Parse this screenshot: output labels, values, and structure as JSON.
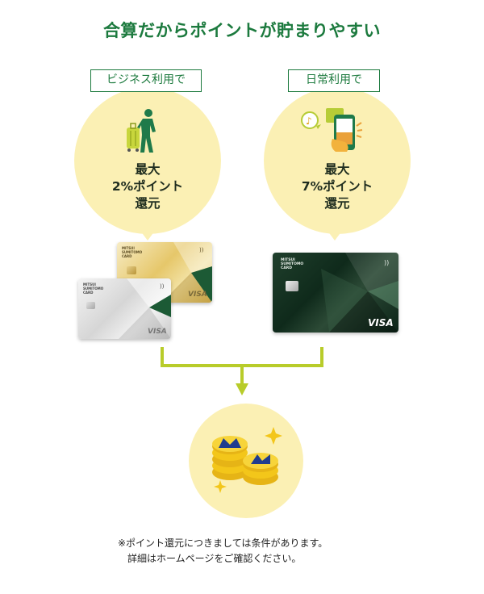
{
  "title": "合算だからポイントが貯まりやすい",
  "business": {
    "tag": "ビジネス利用で",
    "line1": "最大",
    "line2": "2%ポイント",
    "line3": "還元",
    "icon": "traveler-with-suitcase-icon"
  },
  "daily": {
    "tag": "日常利用で",
    "line1": "最大",
    "line2": "7%ポイント",
    "line3": "還元",
    "icon": "smartphone-music-icon"
  },
  "cards": {
    "gold_brand": "MITSUI SUMITOMO CARD",
    "gold_visa": "VISA",
    "silver_brand": "MITSUI SUMITOMO CARD",
    "silver_visa": "VISA",
    "green_brand": "MITSUI SUMITOMO CARD",
    "green_visa": "VISA"
  },
  "result_icon": "points-coins-icon",
  "footnote": {
    "line1": "※ポイント還元につきましては条件があります。",
    "line2": "詳細はホームページをご確認ください。"
  },
  "colors": {
    "accent_green": "#1c7a3e",
    "bubble_yellow": "#fbf0b4",
    "arrow_lime": "#b8cc2a",
    "coin_yellow": "#f3c61a",
    "coin_blue": "#1f3c8f"
  }
}
